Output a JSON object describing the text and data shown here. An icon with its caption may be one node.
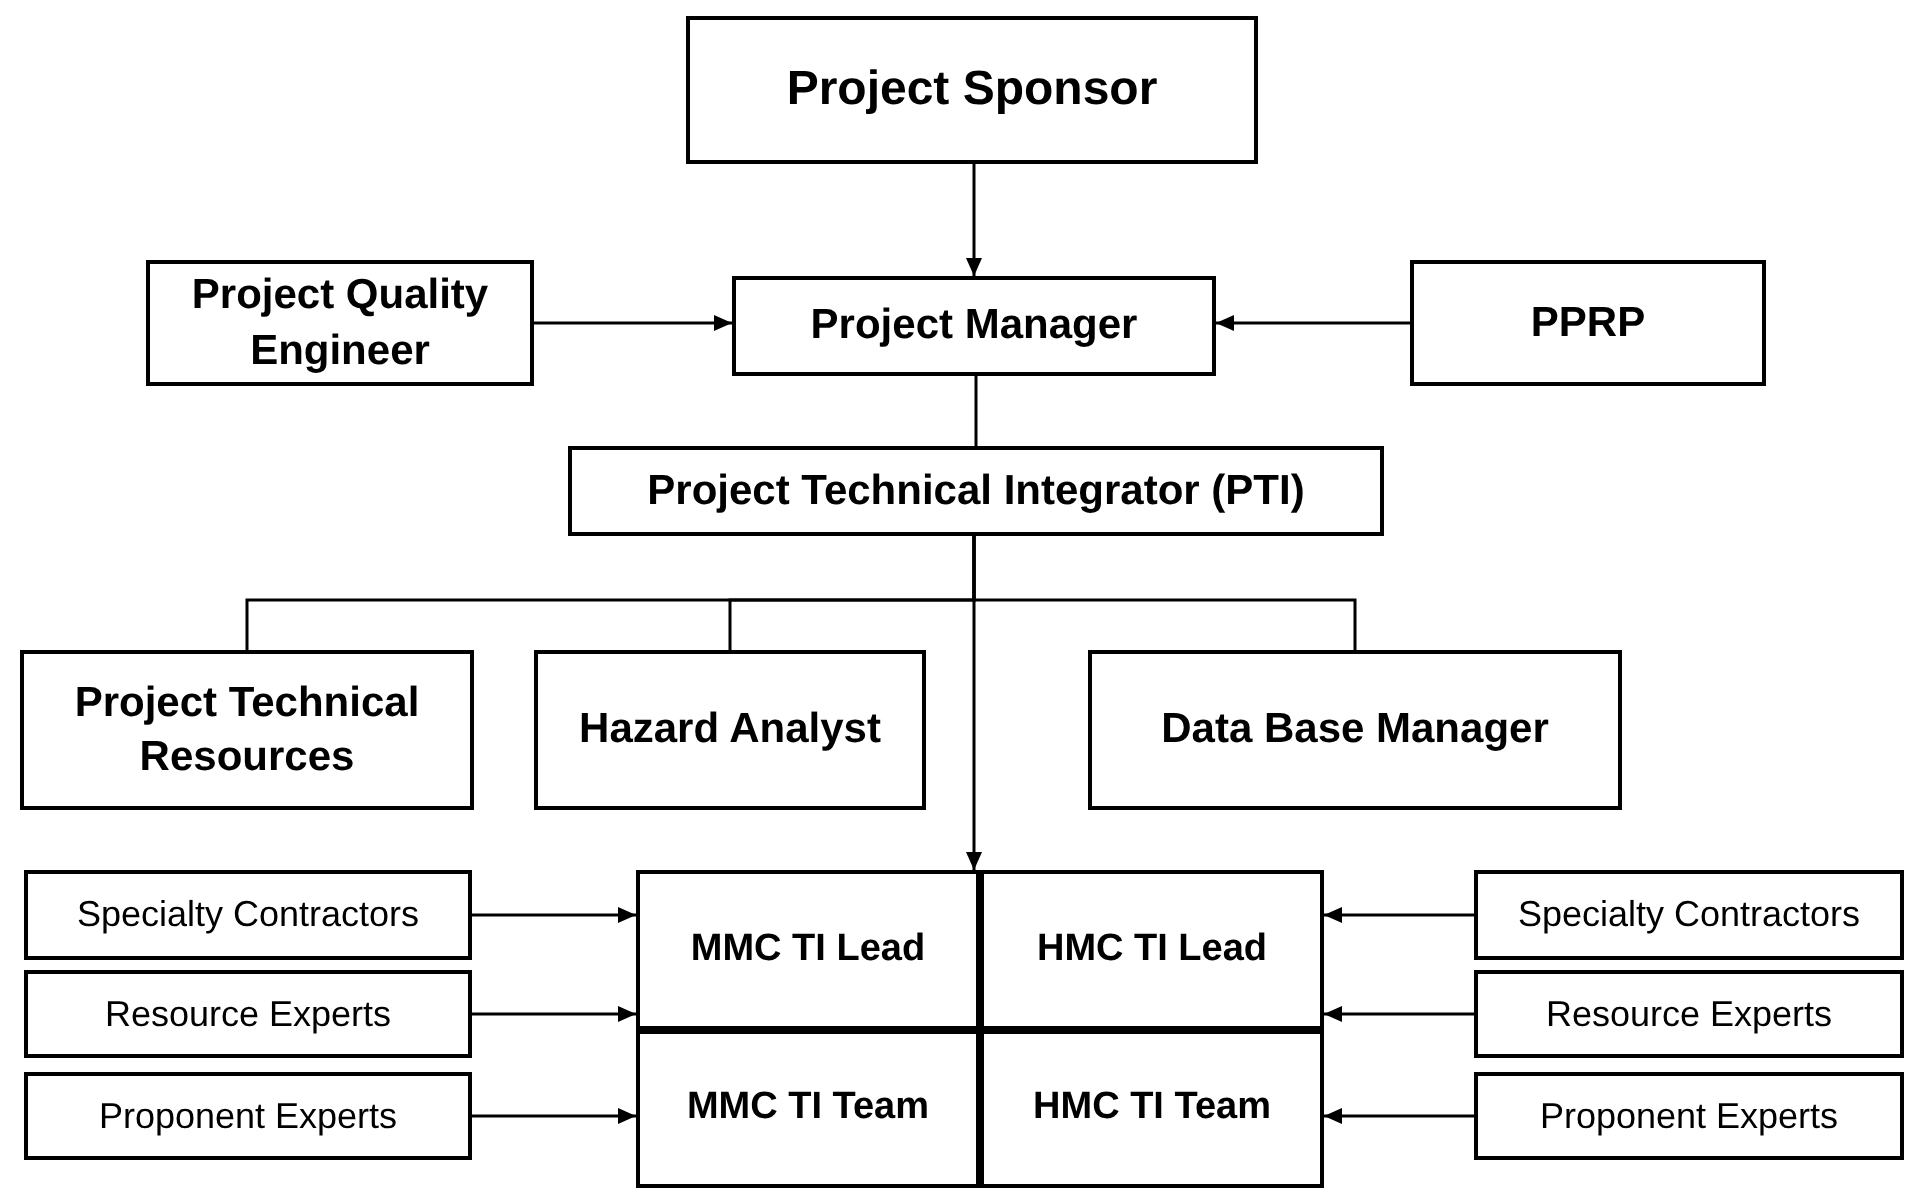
{
  "diagram": {
    "nodes": [
      {
        "text": [
          "Project Sponsor"
        ]
      },
      {
        "text": [
          "Project Quality Engineer"
        ]
      },
      {
        "text": [
          "Project Manager"
        ]
      },
      {
        "text": [
          "PPRP"
        ]
      },
      {
        "text": [
          "Project Technical Integrator (PTI)"
        ]
      },
      {
        "text": [
          "Project Technical Resources"
        ]
      },
      {
        "text": [
          "Hazard Analyst"
        ]
      },
      {
        "text": [
          "Data Base Manager"
        ]
      },
      {
        "text": [
          "MMC TI Lead"
        ]
      },
      {
        "text": [
          "HMC TI Lead"
        ]
      },
      {
        "text": [
          "MMC TI Team"
        ]
      },
      {
        "text": [
          "HMC TI Team"
        ]
      },
      {
        "text": [
          "Specialty Contractors"
        ]
      },
      {
        "text": [
          "Resource Experts"
        ]
      },
      {
        "text": [
          "Proponent Experts"
        ]
      },
      {
        "text": [
          "Specialty Contractors"
        ]
      },
      {
        "text": [
          "Resource Experts"
        ]
      },
      {
        "text": [
          "Proponent Experts"
        ]
      }
    ],
    "edges": [
      {
        "from": 0,
        "to": 2,
        "arrow": "to"
      },
      {
        "from": 1,
        "to": 2,
        "arrow": "to"
      },
      {
        "from": 3,
        "to": 2,
        "arrow": "to"
      },
      {
        "from": 2,
        "to": 4,
        "arrow": "none"
      },
      {
        "from": 4,
        "to": 5,
        "arrow": "none"
      },
      {
        "from": 4,
        "to": 6,
        "arrow": "none"
      },
      {
        "from": 4,
        "to": 7,
        "arrow": "none"
      },
      {
        "from": 4,
        "to": 8,
        "arrow": "to"
      },
      {
        "from": 12,
        "to": 8,
        "arrow": "to"
      },
      {
        "from": 13,
        "to": 8,
        "arrow": "to"
      },
      {
        "from": 14,
        "to": 10,
        "arrow": "to"
      },
      {
        "from": 15,
        "to": 9,
        "arrow": "to"
      },
      {
        "from": 16,
        "to": 9,
        "arrow": "to"
      },
      {
        "from": 17,
        "to": 11,
        "arrow": "to"
      }
    ]
  }
}
